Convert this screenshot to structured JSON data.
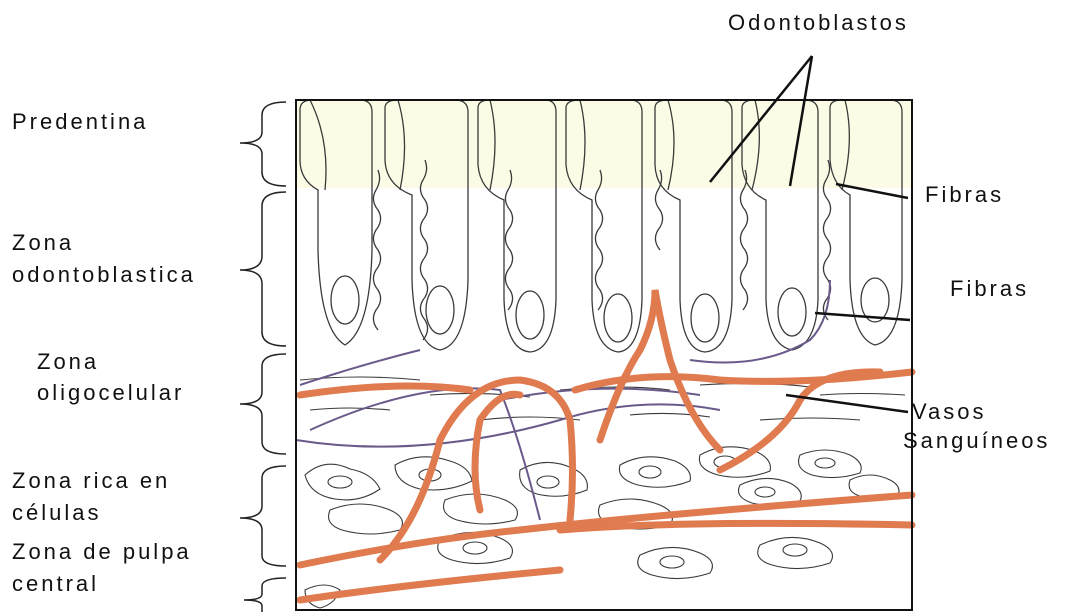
{
  "labels": {
    "predentina": "Predentina",
    "zona_odontoblastica": [
      "Zona",
      "odontoblastica"
    ],
    "zona_oligocelular": [
      "Zona",
      "oligocelular"
    ],
    "zona_rica": [
      "Zona rica en",
      "células"
    ],
    "zona_pulpa": [
      "Zona de pulpa",
      "central"
    ],
    "odontoblastos": "Odontoblastos",
    "fibras_1": "Fibras",
    "fibras_2": "Fibras",
    "vasos": [
      "Vasos",
      "Sanguíneos"
    ]
  },
  "colors": {
    "background": "#ffffff",
    "predentin": "#fbfbe6",
    "outline": "#3a3a3a",
    "vessel_red": "#e07a4f",
    "vessel_purple": "#6a5a8a"
  }
}
